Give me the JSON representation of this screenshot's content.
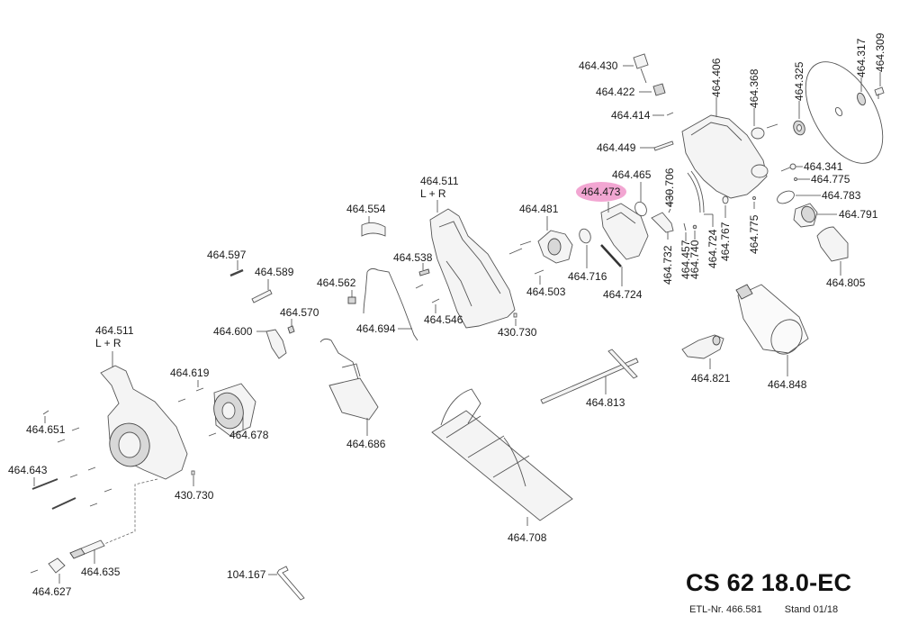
{
  "document": {
    "model": "CS 62 18.0-EC",
    "etl_label": "ETL-Nr. 466.581",
    "stand_label": "Stand 01/18"
  },
  "highlight": {
    "part": "464.473",
    "color": "#f2a6d2"
  },
  "parts": {
    "p464_430": "464.430",
    "p464_422": "464.422",
    "p464_414": "464.414",
    "p464_449": "464.449",
    "p464_406": "464.406",
    "p464_368": "464.368",
    "p464_325": "464.325",
    "p464_317": "464.317",
    "p464_309": "464.309",
    "p464_341": "464.341",
    "p464_775a": "464.775",
    "p464_783": "464.783",
    "p464_791": "464.791",
    "p464_805": "464.805",
    "p464_465": "464.465",
    "p464_473": "464.473",
    "p430_706": "430.706",
    "p464_732": "464.732",
    "p464_457": "464.457",
    "p464_740": "464.740",
    "p464_724a": "464.724",
    "p464_767": "464.767",
    "p464_775b": "464.775",
    "p464_716": "464.716",
    "p464_724b": "464.724",
    "p464_481": "464.481",
    "p464_503": "464.503",
    "p464_511a": "464.511",
    "p464_511a_sub": "L + R",
    "p464_554": "464.554",
    "p464_538": "464.538",
    "p464_546": "464.546",
    "p430_730a": "430.730",
    "p464_562": "464.562",
    "p464_694": "464.694",
    "p464_597": "464.597",
    "p464_589": "464.589",
    "p464_570": "464.570",
    "p464_600": "464.600",
    "p464_619": "464.619",
    "p464_678": "464.678",
    "p464_686": "464.686",
    "p464_511b": "464.511",
    "p464_511b_sub": "L + R",
    "p464_651": "464.651",
    "p464_643": "464.643",
    "p430_730b": "430.730",
    "p464_635": "464.635",
    "p464_627": "464.627",
    "p104_167": "104.167",
    "p464_708": "464.708",
    "p464_813": "464.813",
    "p464_821": "464.821",
    "p464_848": "464.848"
  }
}
